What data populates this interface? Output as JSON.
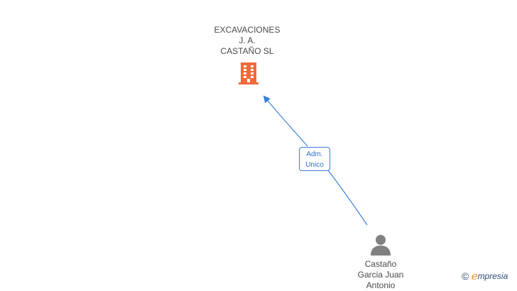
{
  "company": {
    "name_lines": [
      "EXCAVACIONES",
      "J. A.",
      "CASTAÑO SL"
    ],
    "icon": "building-icon",
    "color": "#f26a3a"
  },
  "relation": {
    "label_lines": [
      "Adm.",
      "Unico"
    ],
    "color": "#3b7ed8"
  },
  "person": {
    "name_lines": [
      "Castaño",
      "Garcia Juan",
      "Antonio"
    ],
    "icon": "person-icon",
    "color": "#808080"
  },
  "brand": {
    "copyright_symbol": "©",
    "logo_initial": "e",
    "logo_rest": "mpresia"
  }
}
